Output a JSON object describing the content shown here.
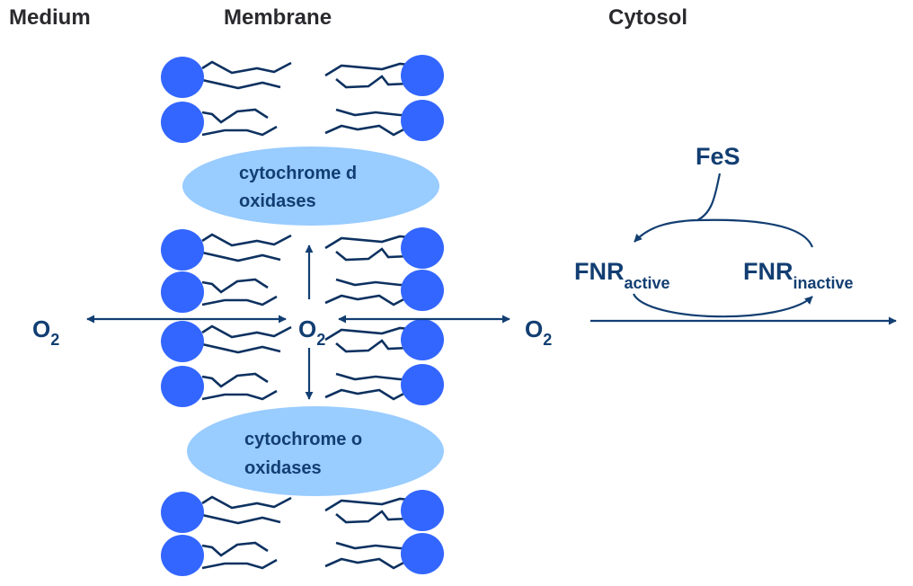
{
  "headers": {
    "medium": "Medium",
    "membrane": "Membrane",
    "cytosol": "Cytosol"
  },
  "colors": {
    "lipid_head": "#3366ff",
    "lipid_tail": "#0d3160",
    "enzyme_fill": "#99ccff",
    "label_text": "#123e72",
    "header_text": "#2a2a2e"
  },
  "oxygen": {
    "medium": {
      "base": "O",
      "sub": "2"
    },
    "membrane": {
      "base": "O",
      "sub": "2"
    },
    "cytosol": {
      "base": "O",
      "sub": "2"
    }
  },
  "enzymes": [
    {
      "line1": "cytochrome d",
      "line2": "oxidases"
    },
    {
      "line1": "cytochrome o",
      "line2": "oxidases"
    }
  ],
  "fnr": {
    "fes": "FeS",
    "active": {
      "base": "FNR",
      "sub": "active"
    },
    "inactive": {
      "base": "FNR",
      "sub": "inactive"
    }
  }
}
